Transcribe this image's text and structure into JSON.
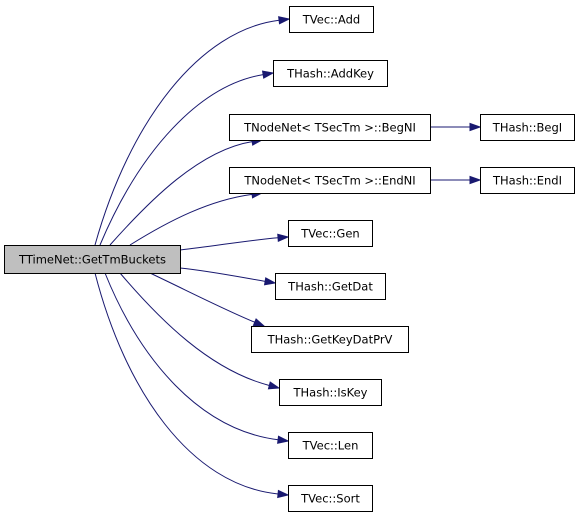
{
  "graph": {
    "root": {
      "id": "root",
      "label": "TTimeNet::GetTmBuckets"
    },
    "nodes": [
      {
        "id": "vec_add",
        "label": "TVec::Add"
      },
      {
        "id": "hash_addkey",
        "label": "THash::AddKey"
      },
      {
        "id": "nodenet_begni",
        "label": "TNodeNet< TSecTm >::BegNI"
      },
      {
        "id": "hash_begi",
        "label": "THash::BegI"
      },
      {
        "id": "nodenet_endni",
        "label": "TNodeNet< TSecTm >::EndNI"
      },
      {
        "id": "hash_endi",
        "label": "THash::EndI"
      },
      {
        "id": "vec_gen",
        "label": "TVec::Gen"
      },
      {
        "id": "hash_getdat",
        "label": "THash::GetDat"
      },
      {
        "id": "hash_getkeydatprv",
        "label": "THash::GetKeyDatPrV"
      },
      {
        "id": "hash_iskey",
        "label": "THash::IsKey"
      },
      {
        "id": "vec_len",
        "label": "TVec::Len"
      },
      {
        "id": "vec_sort",
        "label": "TVec::Sort"
      }
    ],
    "edges": [
      {
        "from": "root",
        "to": "vec_add"
      },
      {
        "from": "root",
        "to": "hash_addkey"
      },
      {
        "from": "root",
        "to": "nodenet_begni"
      },
      {
        "from": "root",
        "to": "nodenet_endni"
      },
      {
        "from": "root",
        "to": "vec_gen"
      },
      {
        "from": "root",
        "to": "hash_getdat"
      },
      {
        "from": "root",
        "to": "hash_getkeydatprv"
      },
      {
        "from": "root",
        "to": "hash_iskey"
      },
      {
        "from": "root",
        "to": "vec_len"
      },
      {
        "from": "root",
        "to": "vec_sort"
      },
      {
        "from": "nodenet_begni",
        "to": "hash_begi"
      },
      {
        "from": "nodenet_endni",
        "to": "hash_endi"
      }
    ]
  }
}
